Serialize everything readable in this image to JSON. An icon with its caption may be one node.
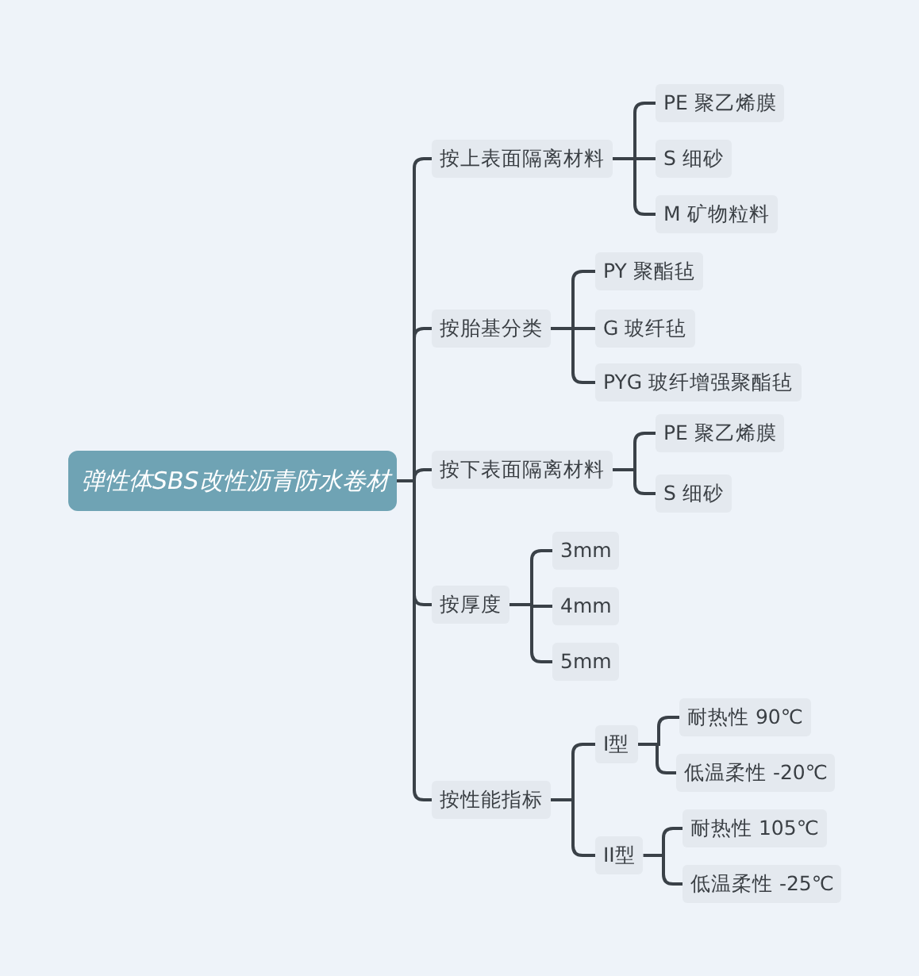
{
  "diagram": {
    "nodes": [
      {
        "text": [
          "弹性体SBS改性沥青防水卷材"
        ]
      },
      {
        "text": [
          "按上表面隔离材料"
        ]
      },
      {
        "text": [
          "PE 聚乙烯膜"
        ]
      },
      {
        "text": [
          "S 细砂"
        ]
      },
      {
        "text": [
          "M 矿物粒料"
        ]
      },
      {
        "text": [
          "按胎基分类"
        ]
      },
      {
        "text": [
          "PY 聚酯毡"
        ]
      },
      {
        "text": [
          "G 玻纤毡"
        ]
      },
      {
        "text": [
          "PYG 玻纤增强聚酯毡"
        ]
      },
      {
        "text": [
          "按下表面隔离材料"
        ]
      },
      {
        "text": [
          "PE 聚乙烯膜"
        ]
      },
      {
        "text": [
          "S 细砂"
        ]
      },
      {
        "text": [
          "按厚度"
        ]
      },
      {
        "text": [
          "3mm"
        ]
      },
      {
        "text": [
          "4mm"
        ]
      },
      {
        "text": [
          "5mm"
        ]
      },
      {
        "text": [
          "按性能指标"
        ]
      },
      {
        "text": [
          "I型"
        ]
      },
      {
        "text": [
          "II型"
        ]
      },
      {
        "text": [
          "耐热性 90℃"
        ]
      },
      {
        "text": [
          "低温柔性 -20℃"
        ]
      },
      {
        "text": [
          "耐热性 105℃"
        ]
      },
      {
        "text": [
          "低温柔性 -25℃"
        ]
      }
    ],
    "edges": [
      {
        "from": 0,
        "to": 1,
        "arrow": "none"
      },
      {
        "from": 0,
        "to": 5,
        "arrow": "none"
      },
      {
        "from": 0,
        "to": 9,
        "arrow": "none"
      },
      {
        "from": 0,
        "to": 12,
        "arrow": "none"
      },
      {
        "from": 0,
        "to": 16,
        "arrow": "none"
      },
      {
        "from": 1,
        "to": 2,
        "arrow": "none"
      },
      {
        "from": 1,
        "to": 3,
        "arrow": "none"
      },
      {
        "from": 1,
        "to": 4,
        "arrow": "none"
      },
      {
        "from": 5,
        "to": 6,
        "arrow": "none"
      },
      {
        "from": 5,
        "to": 7,
        "arrow": "none"
      },
      {
        "from": 5,
        "to": 8,
        "arrow": "none"
      },
      {
        "from": 9,
        "to": 10,
        "arrow": "none"
      },
      {
        "from": 9,
        "to": 11,
        "arrow": "none"
      },
      {
        "from": 12,
        "to": 13,
        "arrow": "none"
      },
      {
        "from": 12,
        "to": 14,
        "arrow": "none"
      },
      {
        "from": 12,
        "to": 15,
        "arrow": "none"
      },
      {
        "from": 16,
        "to": 17,
        "arrow": "none"
      },
      {
        "from": 16,
        "to": 18,
        "arrow": "none"
      },
      {
        "from": 17,
        "to": 19,
        "arrow": "none"
      },
      {
        "from": 17,
        "to": 20,
        "arrow": "none"
      },
      {
        "from": 18,
        "to": 21,
        "arrow": "none"
      },
      {
        "from": 18,
        "to": 22,
        "arrow": "none"
      }
    ]
  }
}
